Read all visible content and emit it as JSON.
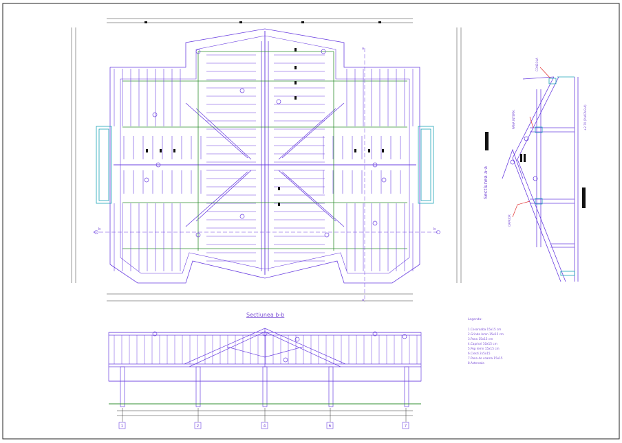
{
  "drawing": {
    "section_bb_title": "Sectiunea b-b",
    "section_aa_title": "Sectiunea a-a",
    "axis_marker_b": "b",
    "axis_marker_a": "a",
    "elevation_note": "+2.70 (PLACA B.A)",
    "annotation_top": "CONSOLA",
    "annotation_mid": "PANA INTERM.",
    "annotation_low": "CAPRIOR",
    "axis_numbers": [
      "1",
      "2",
      "4",
      "6",
      "7"
    ],
    "legend": {
      "title": "Legenda:",
      "items": [
        "1.Cosoroaba 15x15 cm",
        "2.Grinda lemn 15x15 cm",
        "3.Pana 15x15 cm",
        "4.Capriori 10x15 cm",
        "5.Pop lemn 15x15 cm",
        "6.Clesti 2x5x15",
        "7.Pana de coama 15x15",
        "8.Astereala"
      ]
    }
  },
  "colors": {
    "linework": "#6a3fe0",
    "structure": "#2f8f2f",
    "accent": "#e03030",
    "cyan": "#1aa3b8",
    "ink": "#111111"
  }
}
